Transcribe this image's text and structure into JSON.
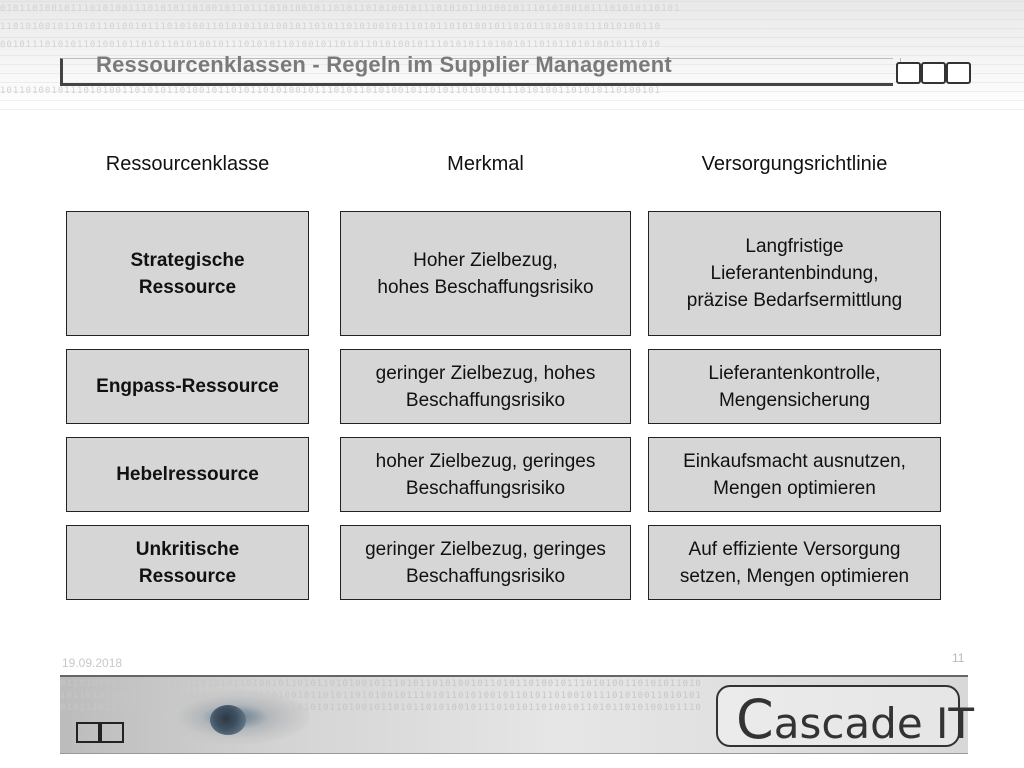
{
  "slide": {
    "title": "Ressourcenklassen - Regeln im Supplier Management",
    "date": "19.09.2018",
    "page_number": "11"
  },
  "table": {
    "headers": [
      "Ressourcenklasse",
      "Merkmal",
      "Versorgungsrichtlinie"
    ],
    "rows": [
      {
        "klasse": "Strategische\nRessource",
        "merkmal": "Hoher Zielbezug,\nhohes Beschaffungsrisiko",
        "richtlinie": "Langfristige\nLieferantenbindung,\npräzise Bedarfsermittlung"
      },
      {
        "klasse": "Engpass-Ressource",
        "merkmal": "geringer Zielbezug, hohes\nBeschaffungsrisiko",
        "richtlinie": "Lieferantenkontrolle,\nMengensicherung"
      },
      {
        "klasse": "Hebelressource",
        "merkmal": "hoher Zielbezug, geringes\nBeschaffungsrisiko",
        "richtlinie": "Einkaufsmacht ausnutzen,\nMengen optimieren"
      },
      {
        "klasse": "Unkritische\nRessource",
        "merkmal": "geringer Zielbezug, geringes\nBeschaffungsrisiko",
        "richtlinie": "Auf effiziente Versorgung\nsetzen, Mengen optimieren"
      }
    ]
  },
  "logo": {
    "first_letter": "C",
    "rest": "ascade IT"
  },
  "colors": {
    "cell_background": "#d6d6d6",
    "title_text": "#7a7a7a"
  }
}
